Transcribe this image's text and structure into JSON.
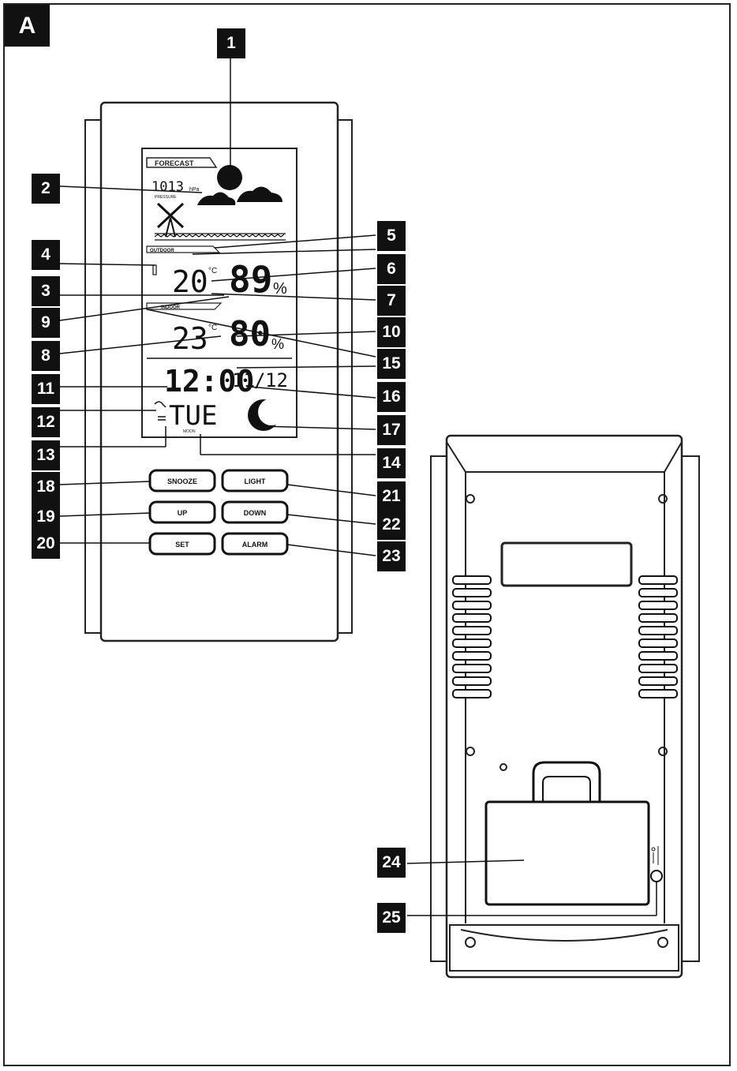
{
  "figure": {
    "panel_label": "A"
  },
  "lcd": {
    "forecast_tag": "FORECAST",
    "pressure_value": "1013",
    "pressure_unit": "hPa",
    "pressure_caption": "PRESSURE",
    "outdoor_tag": "OUTDOOR",
    "outdoor_temp": "20",
    "outdoor_humidity": "89",
    "indoor_tag": "INDOOR",
    "indoor_temp": "23",
    "indoor_humidity": "80",
    "temp_unit": "°C",
    "percent_sign": "%",
    "time": "12:00",
    "date_day": "11",
    "date_month": "12",
    "date_sep": "/",
    "weekday": "TUE",
    "moon_caption": "MOON"
  },
  "buttons": {
    "snooze": "SNOOZE",
    "light": "LIGHT",
    "up": "UP",
    "down": "DOWN",
    "set": "SET",
    "alarm": "ALARM"
  },
  "callouts": [
    "1",
    "2",
    "3",
    "4",
    "5",
    "6",
    "7",
    "8",
    "9",
    "10",
    "11",
    "12",
    "13",
    "14",
    "15",
    "16",
    "17",
    "18",
    "19",
    "20",
    "21",
    "22",
    "23",
    "24",
    "25"
  ]
}
